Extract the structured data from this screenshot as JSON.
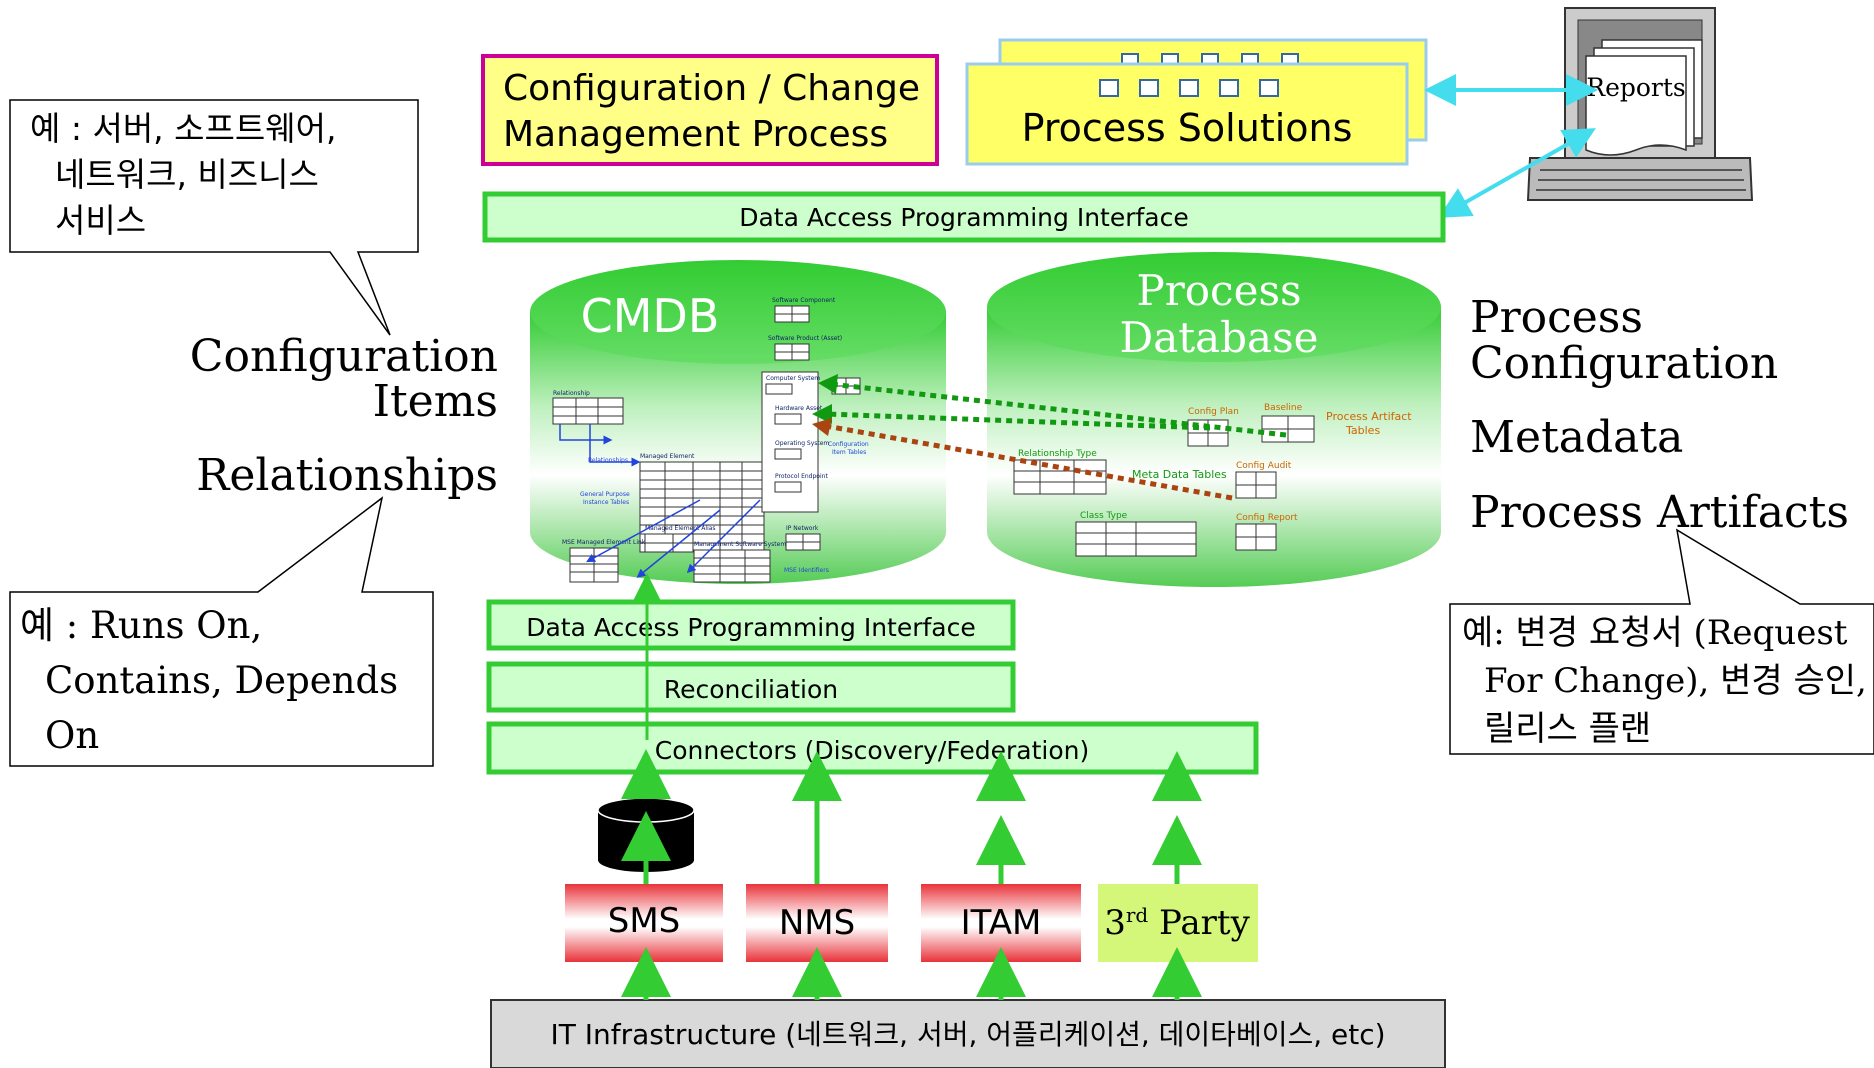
{
  "callouts": {
    "top_left": [
      "예 : 서버, 소프트웨어,",
      "네트워크, 비즈니스",
      "서비스"
    ],
    "bottom_left": [
      "예 : Runs On,",
      "Contains, Depends",
      "On"
    ],
    "right": [
      "예: 변경 요청서 (Request",
      "For Change), 변경 승인,",
      "릴리스 플랜"
    ]
  },
  "left_labels": {
    "config_line1": "Configuration",
    "config_line2": "Items",
    "relationships": "Relationships"
  },
  "right_labels": {
    "process_config_line1": "Process",
    "process_config_line2": "Configuration",
    "metadata": "Metadata",
    "process_artifacts": "Process Artifacts"
  },
  "top": {
    "change_line1": "Configuration / Change",
    "change_line2": "Management Process",
    "process_solutions": "Process Solutions",
    "reports": "Reports",
    "dapi_top": "Data Access Programming Interface"
  },
  "cmdb": {
    "title": "CMDB",
    "labels": {
      "software_component": "Software Component",
      "software_product": "Software Product (Asset)",
      "computer_system": "Computer System",
      "hardware_asset": "Hardware Asset",
      "operating_system": "Operating System",
      "protocol_endpoint": "Protocol Endpoint",
      "relationship": "Relationship",
      "relationships": "Relationships",
      "managed_element": "Managed Element",
      "general_purpose": "General Purpose",
      "instance_tables": "Instance Tables",
      "configuration": "Configuration",
      "item_tables": "Item Tables",
      "managed_element_alias": "Managed Element Alias",
      "mse_link": "MSE Managed Element Link",
      "management_software_system": "Management Software System",
      "ip_network": "IP Network",
      "mse_identifiers": "MSE Identifiers"
    }
  },
  "process_db": {
    "title_line1": "Process",
    "title_line2": "Database",
    "labels": {
      "config_plan": "Config Plan",
      "baseline": "Baseline",
      "process_artifact": "Process Artifact",
      "tables": "Tables",
      "relationship_type": "Relationship Type",
      "meta_data_tables": "Meta Data Tables",
      "config_audit": "Config Audit",
      "class_type": "Class Type",
      "config_report": "Config Report"
    }
  },
  "stack": {
    "dapi": "Data Access Programming Interface",
    "reconciliation": "Reconciliation",
    "connectors": "Connectors (Discovery/Federation)"
  },
  "sources": {
    "sms": "SMS",
    "nms": "NMS",
    "itam": "ITAM",
    "third_main": "3",
    "third_sup": "rd",
    "third_rest": " Party"
  },
  "infrastructure": "IT Infrastructure (네트워크, 서버, 어플리케이션, 데이타베이스, etc)",
  "colors": {
    "green_border": "#33cc33",
    "green_fill": "#ccffcc",
    "yellow_fill": "#ffff66",
    "magenta_border": "#cc0099",
    "cyan_arrow": "#44ddee",
    "red_box": "#e8333a",
    "third_party_fill": "#d4f77a",
    "brown_arrow": "#aa4411",
    "dark_green_arrow": "#119911"
  }
}
